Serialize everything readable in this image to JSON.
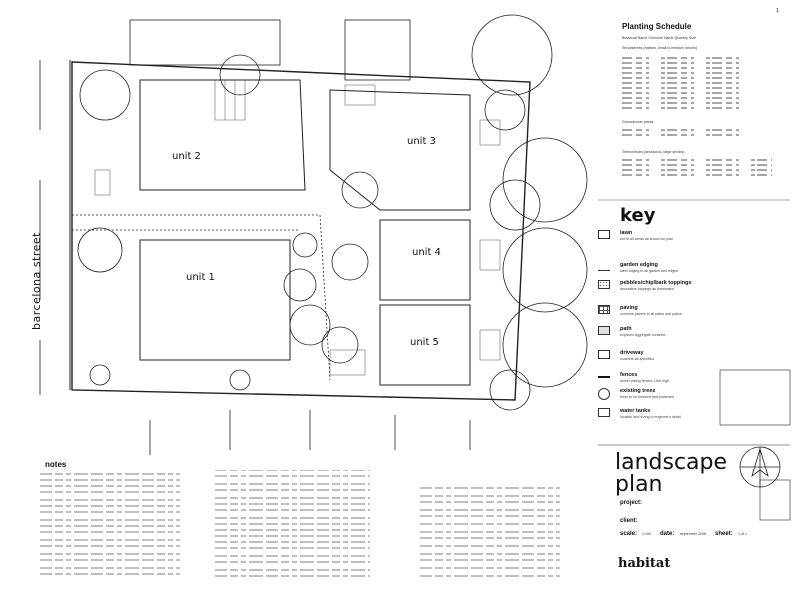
{
  "sheet": {
    "page_marker": "1"
  },
  "plan": {
    "street_name": "barcelona street",
    "units": [
      "unit 2",
      "unit 3",
      "unit 1",
      "unit 4",
      "unit 5"
    ]
  },
  "planting_schedule": {
    "title": "Planting Schedule",
    "sections": [
      "Botanical Name   Common Name   Quantity   Size",
      "Shrubs/trees (natives, small to medium shrubs)",
      "Groundcover plants",
      "Trees/shrubs (deciduous, large shrubs)"
    ]
  },
  "key": {
    "title": "key",
    "items": [
      {
        "name": "lawn",
        "desc": "turf to all areas as shown on plan"
      },
      {
        "name": "garden edging",
        "desc": "steel edging to all garden bed edges"
      },
      {
        "name": "pebbles/chip/bark toppings",
        "desc": "decorative toppings as nominated"
      },
      {
        "name": "paving",
        "desc": "concrete pavers to all paths and patios"
      },
      {
        "name": "path",
        "desc": "exposed aggregate concrete"
      },
      {
        "name": "driveway",
        "desc": "concrete as specified"
      },
      {
        "name": "fences",
        "desc": "timber paling fences 1.8m high"
      },
      {
        "name": "existing trees",
        "desc": "trees to be retained and protected"
      },
      {
        "name": "water tanks",
        "desc": "location and sizing to engineer's detail"
      }
    ]
  },
  "title_block": {
    "title_line1": "landscape",
    "title_line2": "plan",
    "project_label": "project:",
    "client_label": "client:",
    "scale_label": "scale:",
    "scale_value": "1:100",
    "date_label": "date:",
    "date_value": "september 2008",
    "sheet_label": "sheet:",
    "sheet_value": "1 of 1",
    "firm": "habitat"
  },
  "notes": {
    "title": "notes"
  }
}
